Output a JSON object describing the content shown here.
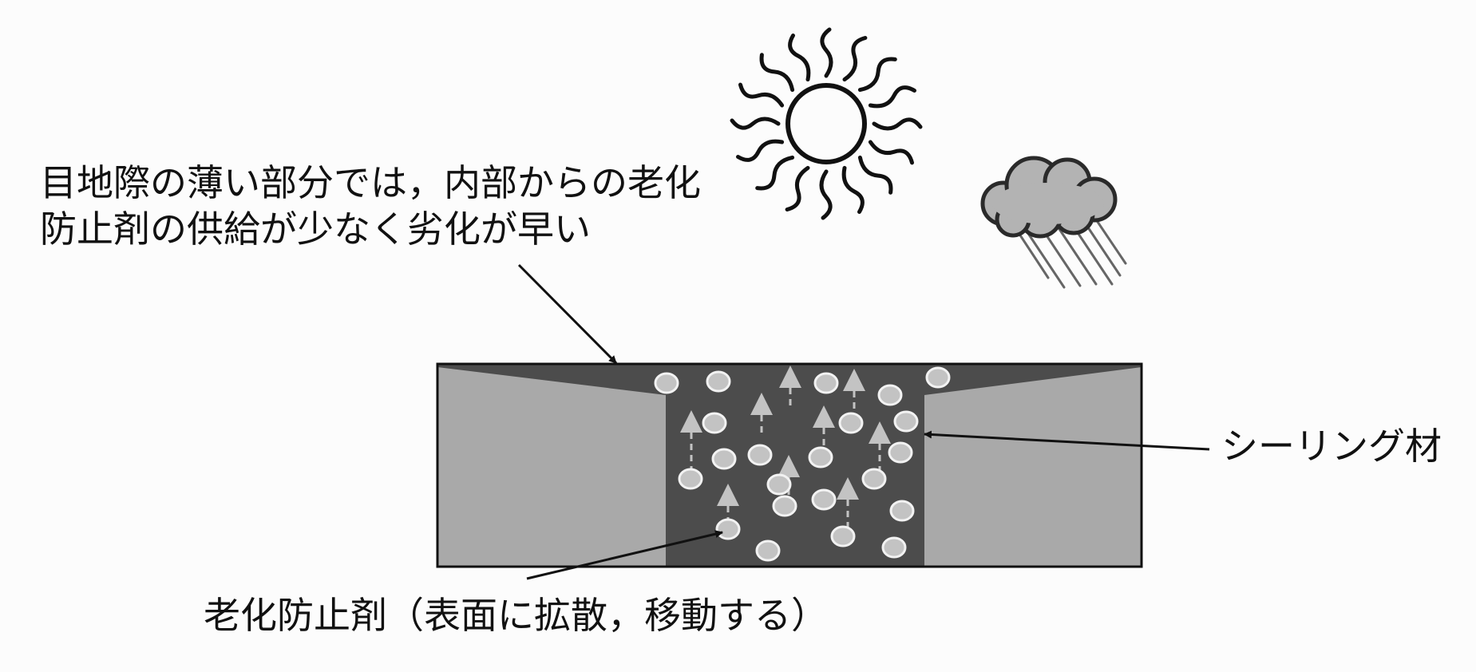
{
  "labels": {
    "thin_joint_line1": "目地際の薄い部分では，内部からの老化",
    "thin_joint_line2": "防止剤の供給が少なく劣化が早い",
    "sealant": "シーリング材",
    "antiaging_agent": "老化防止剤（表面に拡散，移動する）"
  },
  "icons": {
    "sun": "sun-icon",
    "rain": "rain-cloud-icon"
  },
  "colors": {
    "substrate": "#a9a9a9",
    "sealant": "#4c4c4c",
    "particle": "#c3c3c3",
    "arrow_up": "#c3c3c3",
    "outline": "#111111"
  }
}
